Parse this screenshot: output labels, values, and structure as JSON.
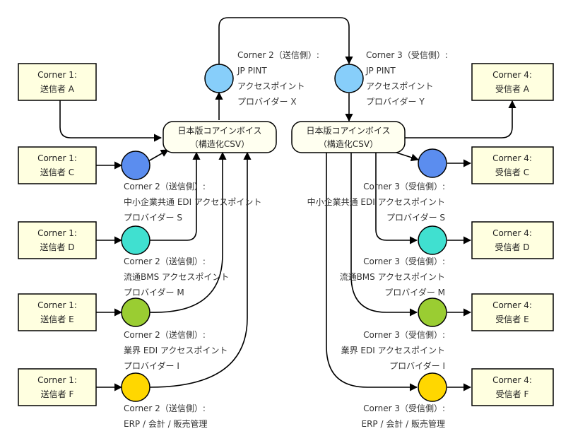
{
  "colors": {
    "corner_box_fill": "#FFFFE0",
    "hub_fill": "#FFFFF0",
    "blue": "#5B8DEF",
    "light_blue": "#87CEFA",
    "teal": "#40E0D0",
    "green": "#9ACD32",
    "yellow": "#FFD700"
  },
  "senders": [
    {
      "line1": "Corner 1:",
      "line2": "送信者 A"
    },
    {
      "line1": "Corner 1:",
      "line2": "送信者 C"
    },
    {
      "line1": "Corner 1:",
      "line2": "送信者 D"
    },
    {
      "line1": "Corner 1:",
      "line2": "送信者 E"
    },
    {
      "line1": "Corner 1:",
      "line2": "送信者 F"
    }
  ],
  "receivers": [
    {
      "line1": "Corner 4:",
      "line2": "受信者 A"
    },
    {
      "line1": "Corner 4:",
      "line2": "受信者 C"
    },
    {
      "line1": "Corner 4:",
      "line2": "受信者 D"
    },
    {
      "line1": "Corner 4:",
      "line2": "受信者 E"
    },
    {
      "line1": "Corner 4:",
      "line2": "受信者 F"
    }
  ],
  "hubs": {
    "left": {
      "line1": "日本版コアインボイス",
      "line2": "（構造化CSV）"
    },
    "right": {
      "line1": "日本版コアインボイス",
      "line2": "（構造化CSV）"
    }
  },
  "top_labels": {
    "sender_side": [
      "Corner 2（送信側）:",
      "JP PINT",
      "アクセスポイント",
      "プロバイダー X"
    ],
    "receiver_side": [
      "Corner 3（受信側）:",
      "JP PINT",
      "アクセスポイント",
      "プロバイダー Y"
    ]
  },
  "left_labels": [
    [
      "Corner 2（送信側）:",
      "中小企業共通 EDI アクセスポイント",
      "プロバイダー S"
    ],
    [
      "Corner 2（送信側）:",
      "流通BMS アクセスポイント",
      "プロバイダー M"
    ],
    [
      "Corner 2（送信側）:",
      "業界 EDI アクセスポイント",
      "プロバイダー I"
    ],
    [
      "Corner 2（送信側）:",
      "ERP / 会計 / 販売管理"
    ]
  ],
  "right_labels": [
    [
      "Corner 3（受信側）:",
      "中小企業共通 EDI アクセスポイント",
      "プロバイダー S"
    ],
    [
      "Corner 3（受信側）:",
      "流通BMS アクセスポイント",
      "プロバイダー M"
    ],
    [
      "Corner 3（受信側）:",
      "業界 EDI アクセスポイント",
      "プロバイダー I"
    ],
    [
      "Corner 3（受信側）:",
      "ERP / 会計 / 販売管理"
    ]
  ]
}
